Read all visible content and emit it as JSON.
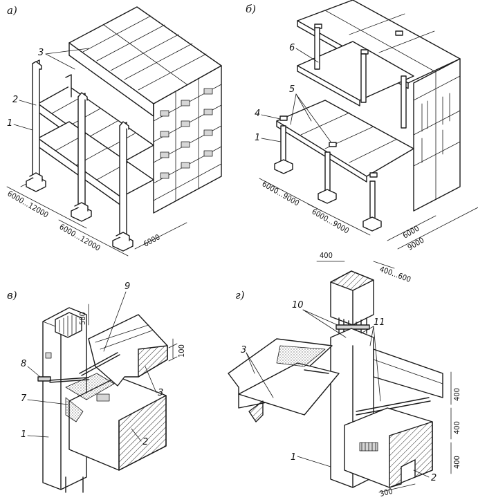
{
  "panels": [
    {
      "id": "a",
      "label": "а)"
    },
    {
      "id": "b",
      "label": "б)"
    },
    {
      "id": "v",
      "label": "в)"
    },
    {
      "id": "g",
      "label": "г)"
    }
  ],
  "callouts": {
    "a": [
      "1",
      "2",
      "3"
    ],
    "b": [
      "1",
      "4",
      "5",
      "6"
    ],
    "v": [
      "1",
      "2",
      "3",
      "7",
      "8",
      "9"
    ],
    "g": [
      "1",
      "2",
      "3",
      "10",
      "11"
    ]
  },
  "dimensions": {
    "a": [
      "6000...12000",
      "6000...12000",
      "6000"
    ],
    "b": [
      "6000...9000",
      "6000...9000",
      "6000",
      "9000"
    ],
    "v": [
      "580",
      "100"
    ],
    "g": [
      "400",
      "400...600",
      "400",
      "400",
      "400",
      "300"
    ]
  }
}
